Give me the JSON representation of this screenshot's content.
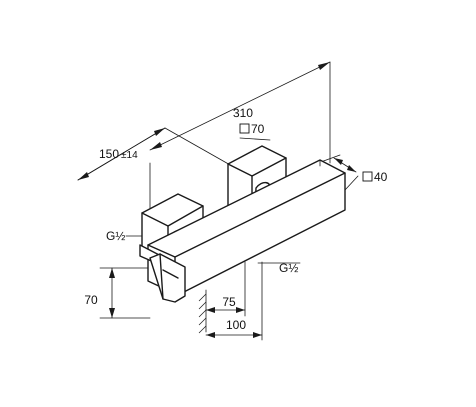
{
  "dimensions": {
    "total_length": "310",
    "center_distance": "150",
    "center_tolerance": "±14",
    "rosette_size": "70",
    "body_size": "40",
    "inlet_thread": "G½",
    "outlet_thread": "G½",
    "height": "70",
    "depth_wall": "75",
    "depth_total": "100"
  }
}
